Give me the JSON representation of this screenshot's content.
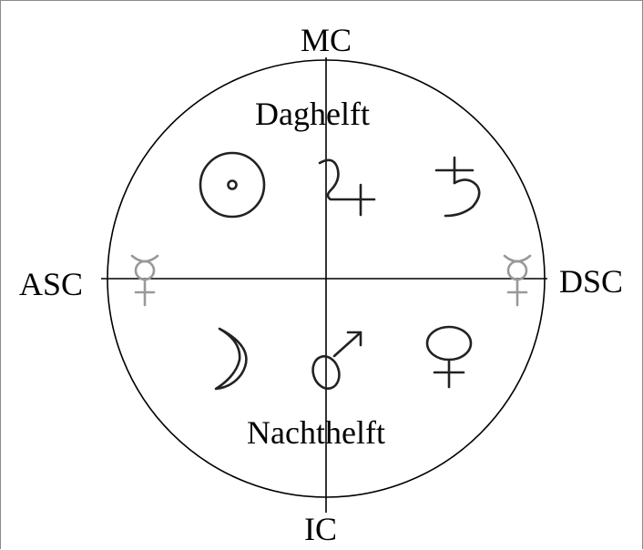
{
  "labels": {
    "top": "MC",
    "bottom": "IC",
    "left": "ASC",
    "right": "DSC"
  },
  "halves": {
    "upper": "Daghelft",
    "lower": "Nachthelft"
  },
  "symbols": [
    {
      "icon": "sun-icon",
      "half": "upper",
      "color": "#000000"
    },
    {
      "icon": "jupiter-icon",
      "half": "upper",
      "color": "#000000"
    },
    {
      "icon": "saturn-icon",
      "half": "upper",
      "color": "#000000"
    },
    {
      "icon": "moon-icon",
      "half": "lower",
      "color": "#000000"
    },
    {
      "icon": "mars-icon",
      "half": "lower",
      "color": "#000000"
    },
    {
      "icon": "venus-icon",
      "half": "lower",
      "color": "#000000"
    },
    {
      "icon": "mercury-icon",
      "position": "ASC",
      "color": "#999999"
    },
    {
      "icon": "mercury-icon",
      "position": "DSC",
      "color": "#999999"
    }
  ]
}
